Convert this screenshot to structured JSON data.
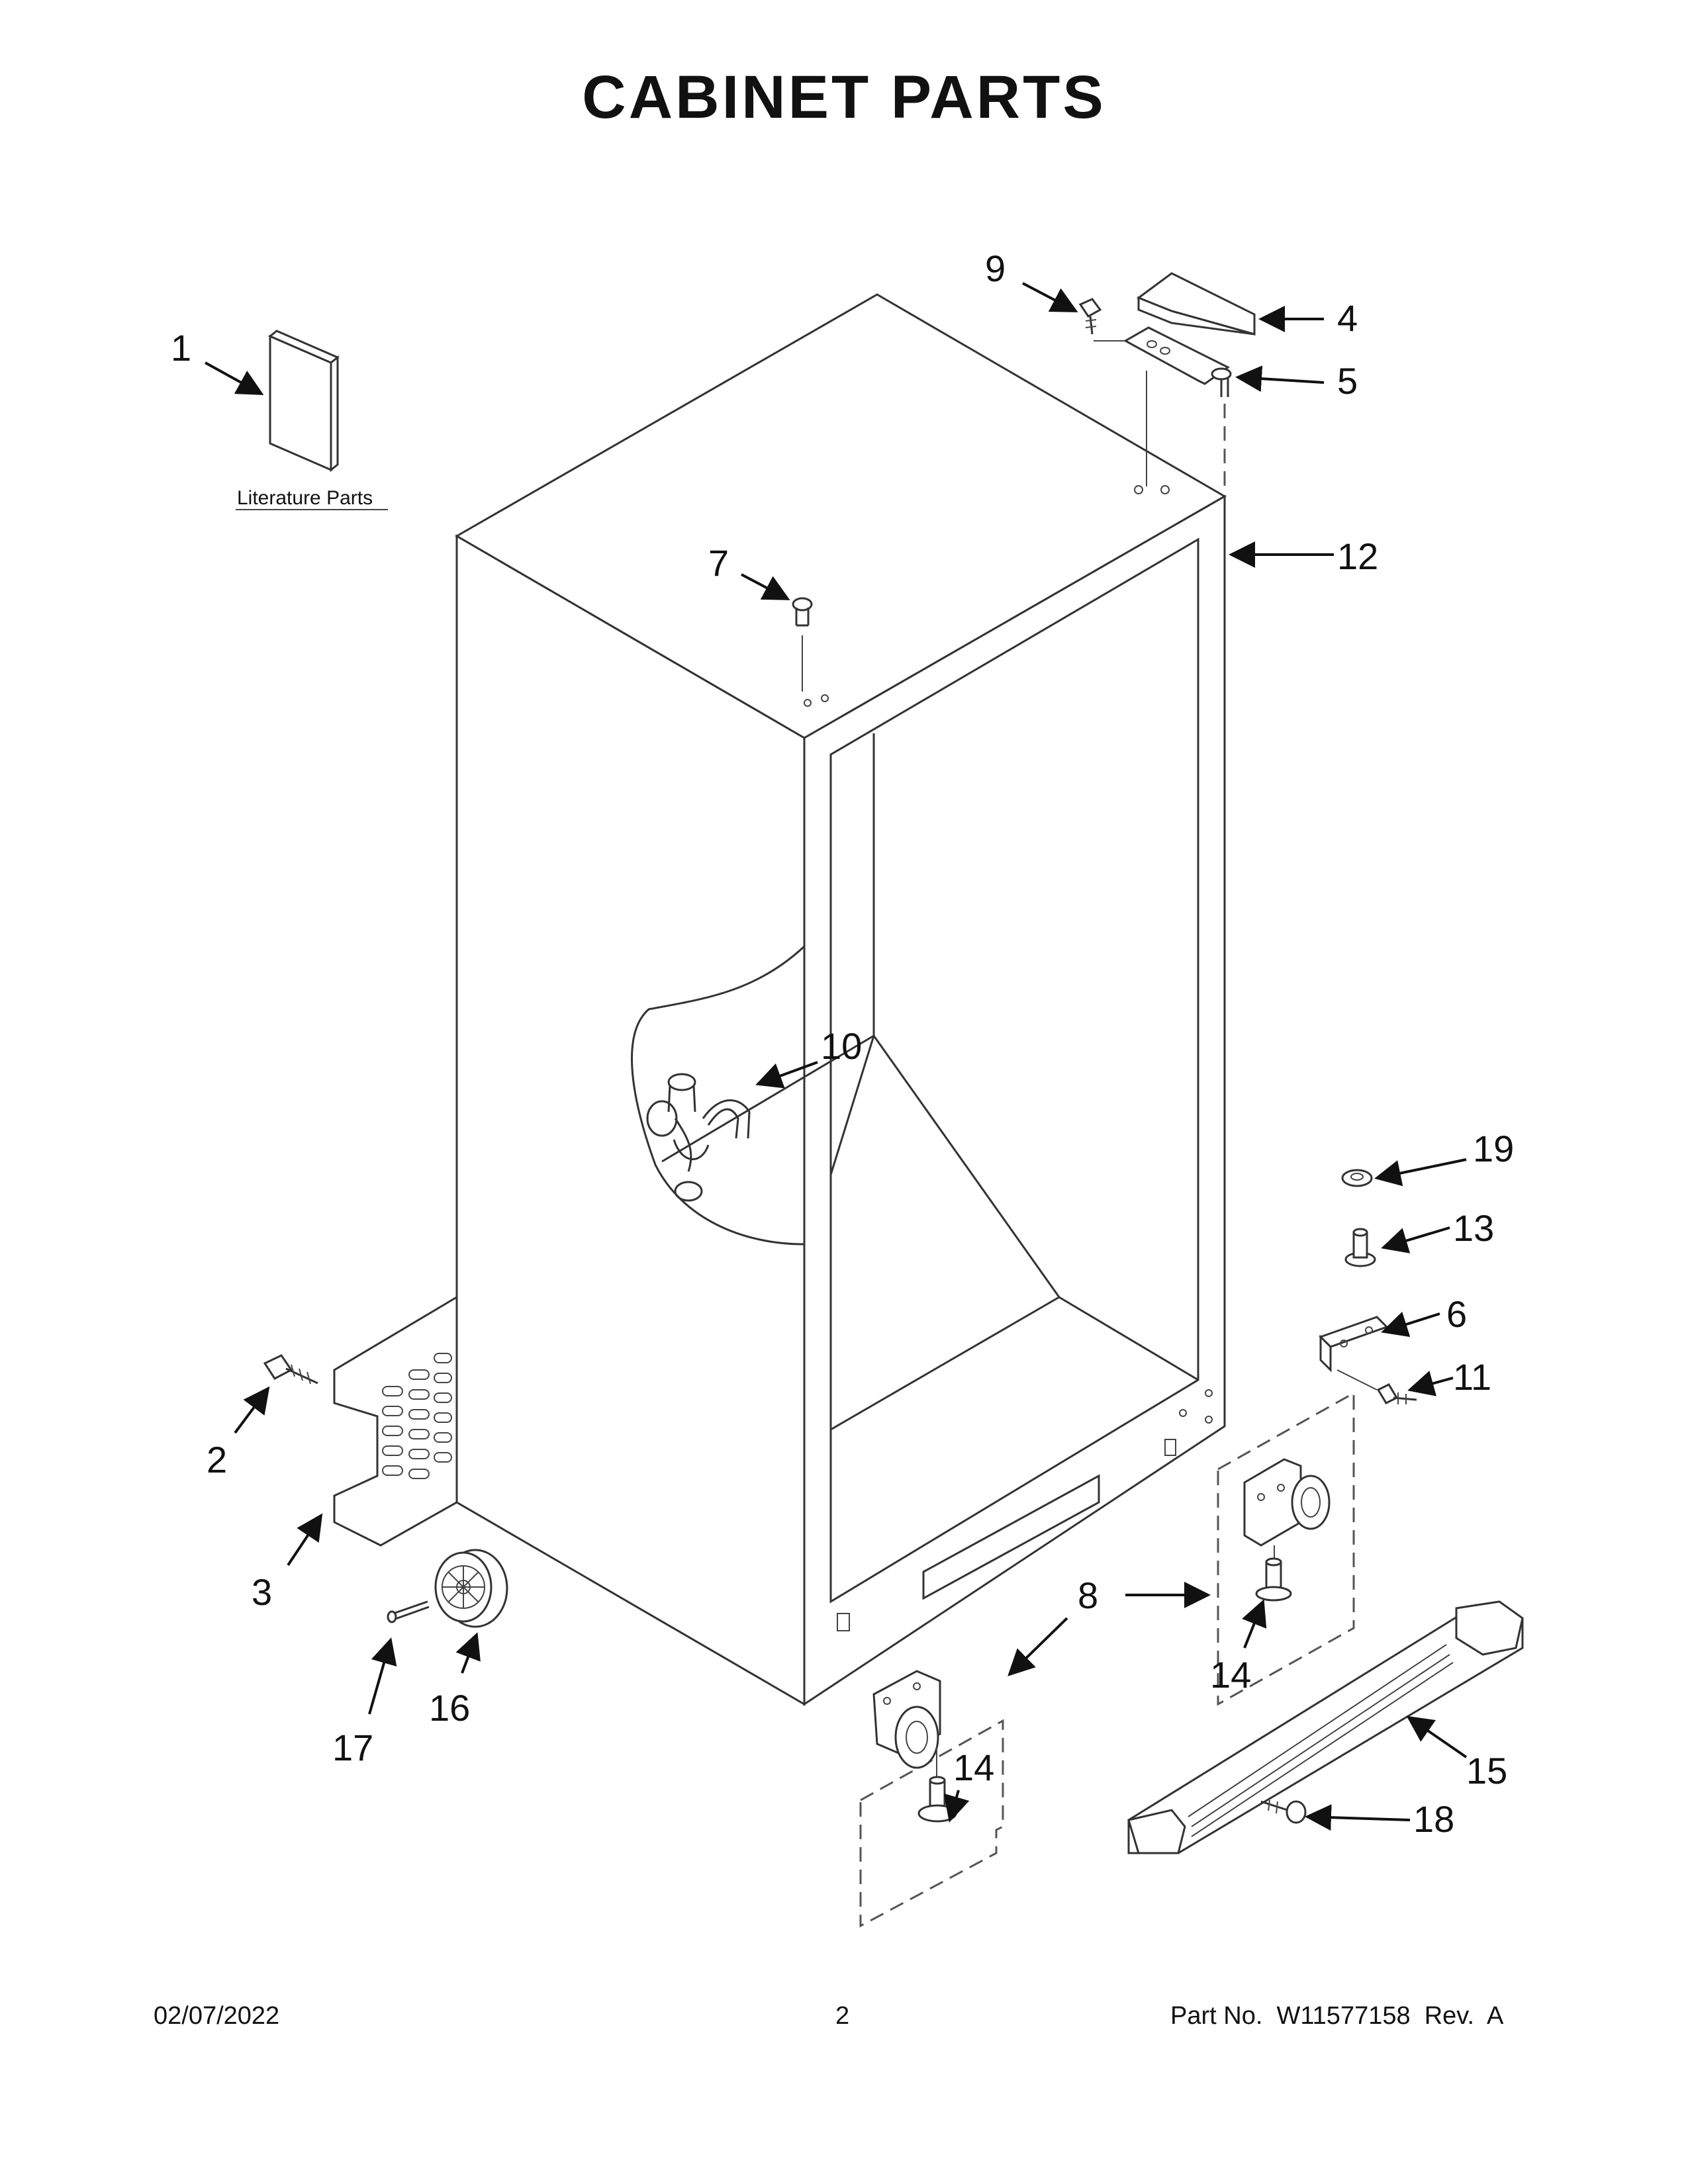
{
  "page": {
    "title": "CABINET PARTS",
    "footer_date": "02/07/2022",
    "footer_page": "2",
    "footer_part": "Part No.  W11577158  Rev.  A"
  },
  "literature": {
    "label": "Literature Parts"
  },
  "callouts": {
    "c1": "1",
    "c2": "2",
    "c3": "3",
    "c4": "4",
    "c5": "5",
    "c6": "6",
    "c7": "7",
    "c8": "8",
    "c9": "9",
    "c10": "10",
    "c11": "11",
    "c12": "12",
    "c13": "13",
    "c14a": "14",
    "c14b": "14",
    "c15": "15",
    "c16": "16",
    "c17": "17",
    "c18": "18",
    "c19": "19"
  }
}
